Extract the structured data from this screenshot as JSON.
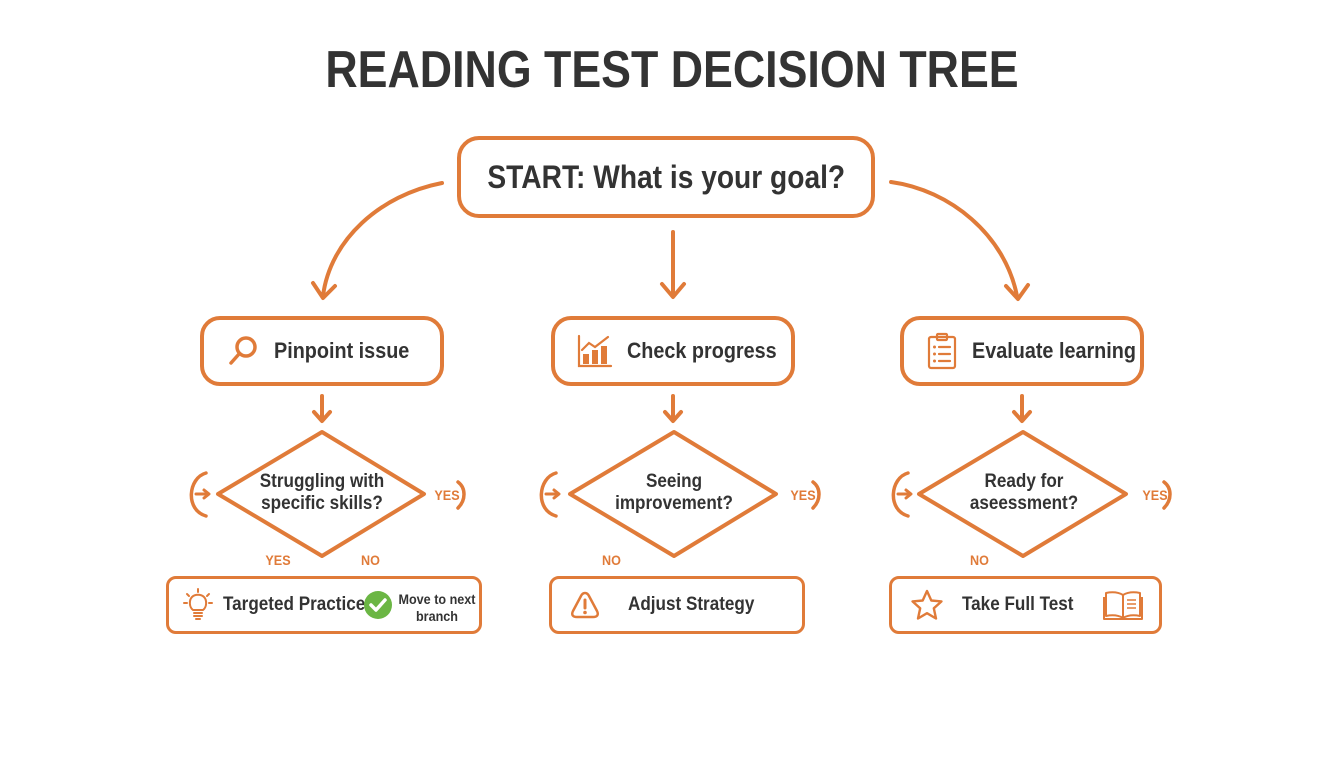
{
  "title": "READING TEST DECISION TREE",
  "colors": {
    "accent": "#E07B39",
    "text": "#333333",
    "success": "#6BB644",
    "background": "#FFFFFF"
  },
  "start": {
    "label": "START: What is your goal?"
  },
  "branches": [
    {
      "label": "Pinpoint issue",
      "icon": "magnifier-icon",
      "question": {
        "line1": "Struggling with",
        "line2": "specific skills?"
      },
      "labels": {
        "right": "YES",
        "bottom_left": "YES",
        "bottom_right": "NO"
      },
      "result": {
        "label": "Targeted Practice",
        "icon": "lightbulb-icon",
        "secondary": {
          "line1": "Move to next",
          "line2": "branch",
          "icon": "check-circle-icon"
        }
      }
    },
    {
      "label": "Check progress",
      "icon": "bar-chart-icon",
      "question": {
        "line1": "Seeing",
        "line2": "improvement?"
      },
      "labels": {
        "right": "YES",
        "bottom_left": "NO"
      },
      "result": {
        "label": "Adjust Strategy",
        "icon": "warning-icon"
      }
    },
    {
      "label": "Evaluate learning",
      "icon": "clipboard-icon",
      "question": {
        "line1": "Ready for",
        "line2": "aseessment?"
      },
      "labels": {
        "right": "YES",
        "bottom_left": "NO"
      },
      "result": {
        "label": "Take Full Test",
        "icon": "star-icon",
        "trailing_icon": "book-icon"
      }
    }
  ]
}
